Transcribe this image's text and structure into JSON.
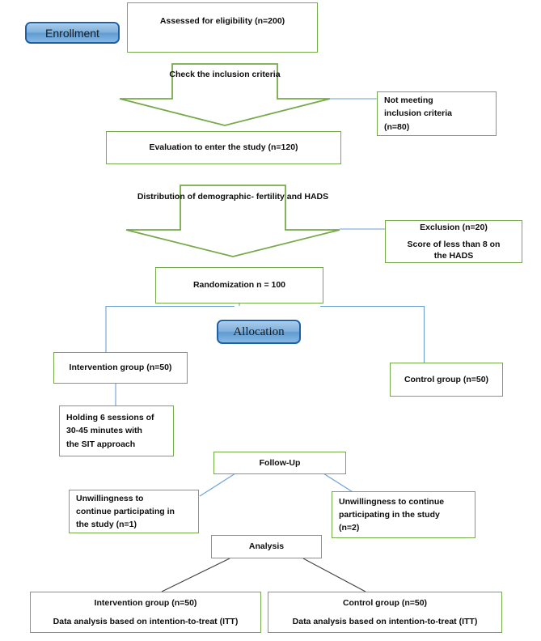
{
  "diagram": {
    "title": "CONSORT participant flow diagram",
    "colors": {
      "box_border": "#76a94a",
      "connector_blue": "#6a9fd4",
      "connector_dark": "#3f3f3f",
      "badge_fill": "#7fb0dd",
      "badge_border": "#1f5fa8",
      "text": "#0d0d0d",
      "background": "#ffffff"
    },
    "phases": [
      {
        "id": "enrollment",
        "label": "Enrollment"
      },
      {
        "id": "allocation",
        "label": "Allocation"
      }
    ],
    "nodes": {
      "assessed": {
        "lines": [
          "Assessed for eligibility (n=200)"
        ]
      },
      "check_inclusion": {
        "lines": [
          "Check the",
          "inclusion criteria"
        ]
      },
      "not_meeting": {
        "lines": [
          "Not meeting",
          "inclusion criteria",
          "(n=80)"
        ]
      },
      "evaluation": {
        "lines": [
          "Evaluation to enter the study (n=120)"
        ]
      },
      "distribution": {
        "lines": [
          "Distribution of",
          "demographic-",
          "fertility and HADS"
        ]
      },
      "exclusion": {
        "lines": [
          "Exclusion (n=20)",
          "Score of less than 8 on",
          "the HADS"
        ]
      },
      "randomization": {
        "lines": [
          "Randomization n = 100"
        ]
      },
      "intervention_group": {
        "lines": [
          "Intervention group (n=50)"
        ]
      },
      "control_group": {
        "lines": [
          "Control group (n=50)"
        ]
      },
      "sessions": {
        "lines": [
          "Holding 6 sessions of",
          "30-45 minutes with",
          "the SIT approach"
        ]
      },
      "follow_up": {
        "lines": [
          "Follow-Up"
        ]
      },
      "dropout_left": {
        "lines": [
          "Unwillingness to",
          "continue participating in",
          "the study (n=1)"
        ]
      },
      "dropout_right": {
        "lines": [
          "Unwillingness to continue",
          "participating in the study",
          "(n=2)"
        ]
      },
      "analysis": {
        "lines": [
          "Analysis"
        ]
      },
      "analysis_intervention": {
        "lines": [
          "Intervention group (n=50)",
          "Data analysis based on intention-to-treat (ITT)"
        ]
      },
      "analysis_control": {
        "lines": [
          "Control group (n=50)",
          "Data analysis based on intention-to-treat (ITT)"
        ]
      }
    }
  }
}
